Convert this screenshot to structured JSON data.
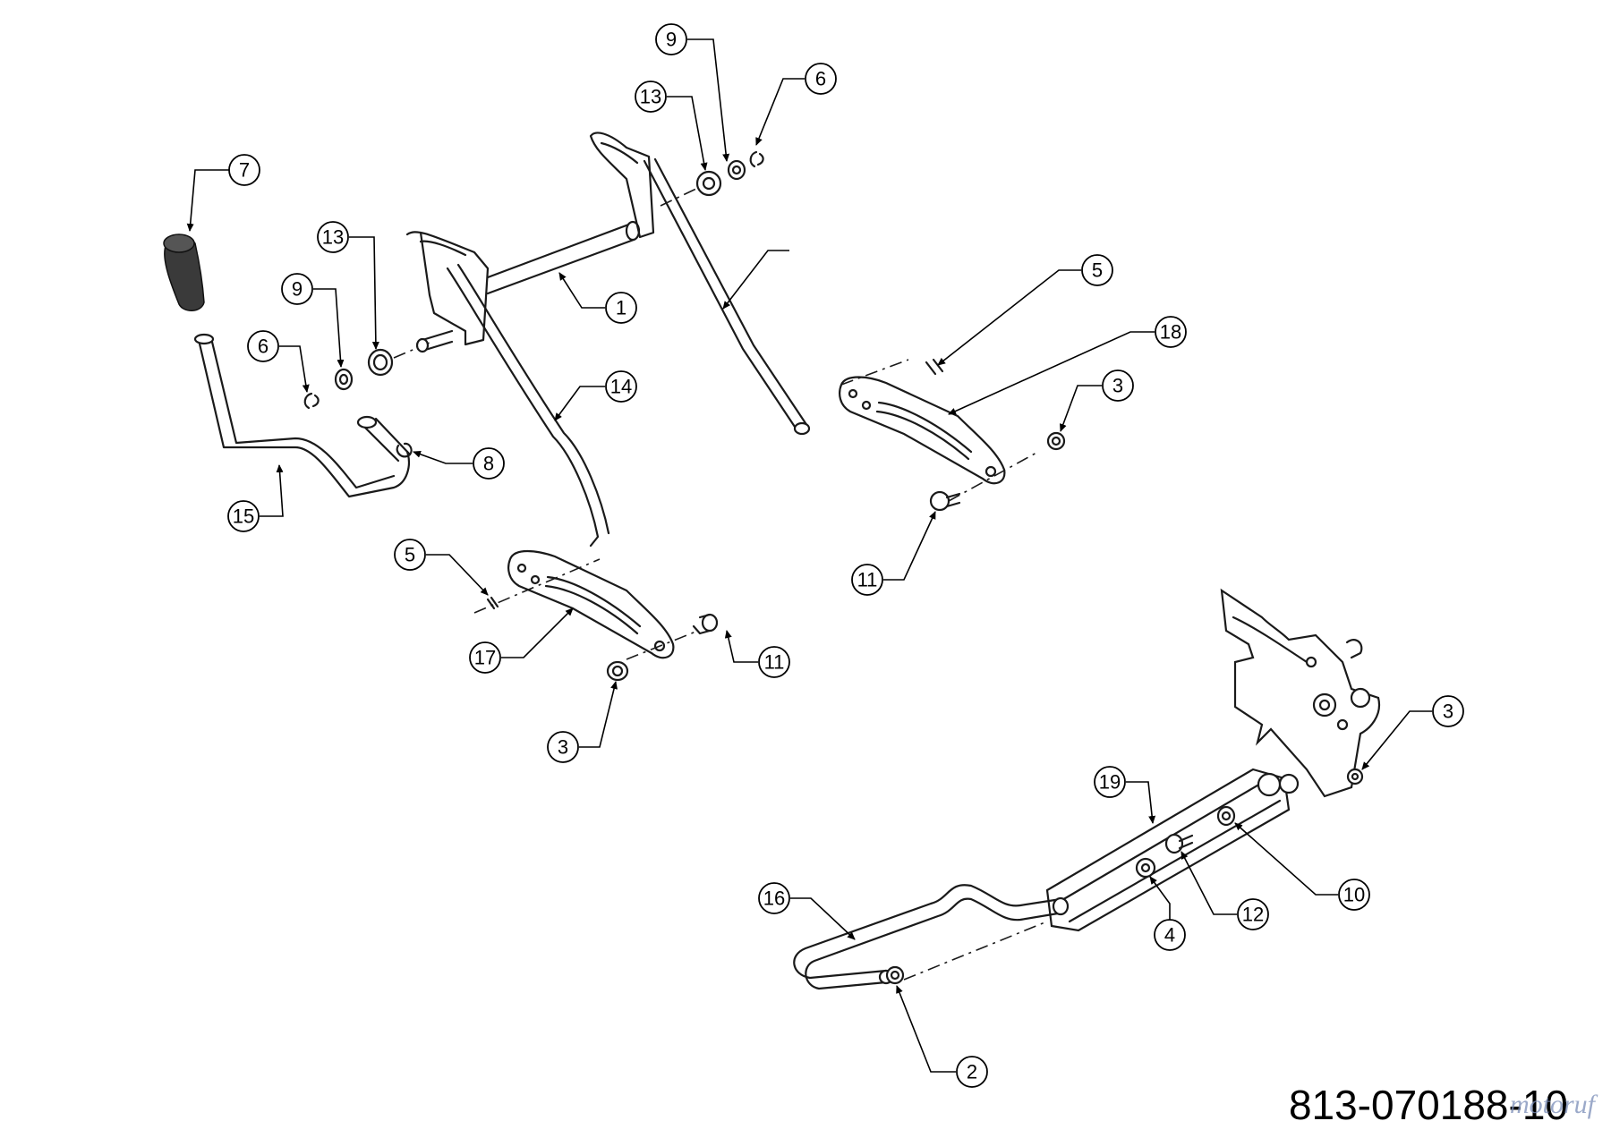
{
  "drawing": {
    "part_number": "813-070188-10",
    "watermark": "motoruf"
  },
  "callouts": [
    "1",
    "2",
    "3",
    "3",
    "3",
    "4",
    "5",
    "5",
    "6",
    "6",
    "7",
    "8",
    "9",
    "9",
    "10",
    "11",
    "11",
    "12",
    "13",
    "13",
    "14",
    "15",
    "16",
    "17",
    "18",
    "19"
  ]
}
